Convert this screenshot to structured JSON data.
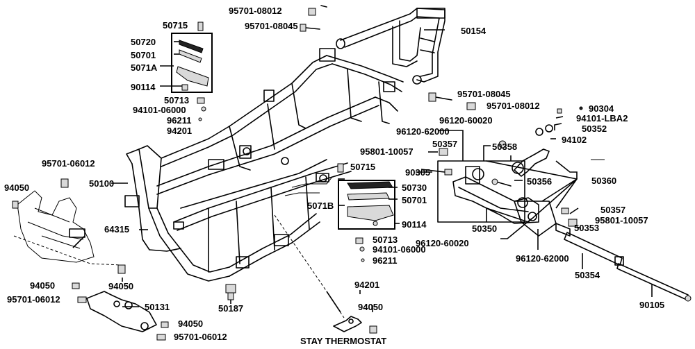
{
  "title": "",
  "parts": {
    "p95701_08012_a": "95701-08012",
    "p95701_08045_a": "95701-08045",
    "p50715_a": "50715",
    "p50154": "50154",
    "p50720": "50720",
    "p50701_a": "50701",
    "p5071A": "5071A",
    "p90114_a": "90114",
    "p50713_a": "50713",
    "p94101_06000_a": "94101-06000",
    "p96211_a": "96211",
    "p94201_a": "94201",
    "p95701_08045_b": "95701-08045",
    "p95701_08012_b": "95701-08012",
    "p90304": "90304",
    "p94101_LBA2": "94101-LBA2",
    "p50352": "50352",
    "p96120_62000_a": "96120-62000",
    "p96120_60020_a": "96120-60020",
    "p94102": "94102",
    "p95801_10057_a": "95801-10057",
    "p50357_a": "50357",
    "p50358": "50358",
    "p95701_06012_a": "95701-06012",
    "p50715_b": "50715",
    "p90305": "90305",
    "p50356": "50356",
    "p50360": "50360",
    "p94050_a": "94050",
    "p50100": "50100",
    "p50730": "50730",
    "p5071B": "5071B",
    "p50701_b": "50701",
    "p90114_b": "90114",
    "p64315": "64315",
    "p50350": "50350",
    "p50357_b": "50357",
    "p95801_10057_b": "95801-10057",
    "p50353": "50353",
    "p96120_60020_b": "96120-60020",
    "p50713_b": "50713",
    "p94101_06000_b": "94101-06000",
    "p96211_b": "96211",
    "p96120_62000_b": "96120-62000",
    "p50354": "50354",
    "p94050_b": "94050",
    "p94201_b": "94201",
    "p94050_c": "94050",
    "p95701_06012_b": "95701-06012",
    "p50131": "50131",
    "p50187": "50187",
    "p94050_d": "94050",
    "p90105": "90105",
    "p94050_e": "94050",
    "p95701_06012_c": "95701-06012",
    "stay_thermostat": "STAY THERMOSTAT"
  }
}
